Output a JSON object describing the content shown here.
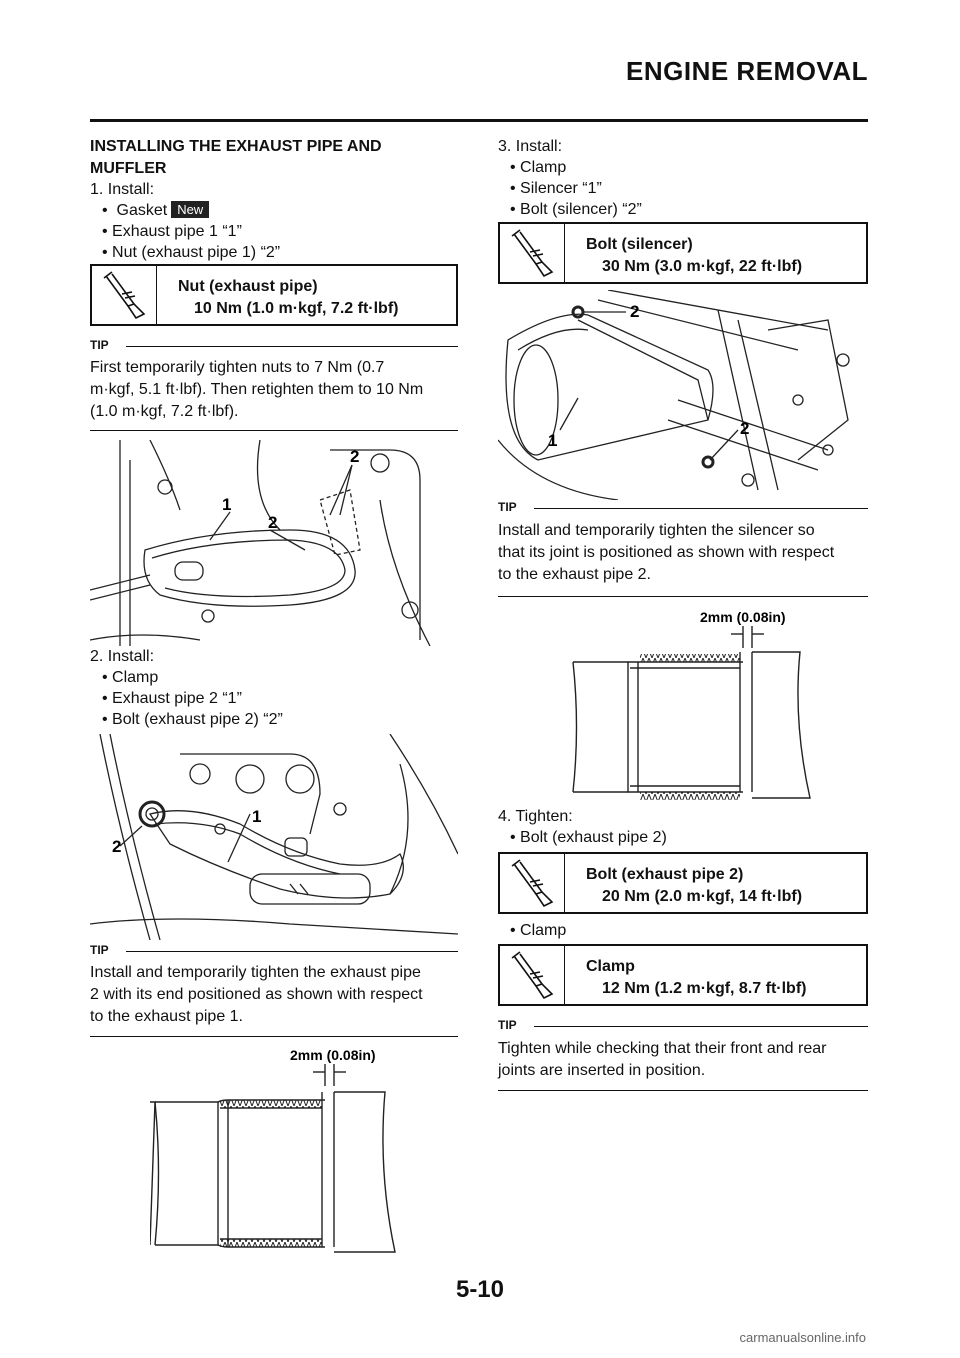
{
  "header": {
    "title": "ENGINE REMOVAL"
  },
  "left": {
    "heading_line1": "INSTALLING THE EXHAUST PIPE AND",
    "heading_line2": "MUFFLER",
    "step1_label": "1.  Install:",
    "step1_items": [
      "Gasket",
      "Exhaust pipe 1 “1”",
      "Nut (exhaust pipe 1) “2”"
    ],
    "new_badge": "New",
    "spec1": {
      "title": "Nut (exhaust pipe)",
      "value": "10 Nm (1.0 m·kgf, 7.2 ft·lbf)"
    },
    "tip1_label": "TIP",
    "tip1_lines": [
      "First temporarily tighten nuts to 7 Nm (0.7",
      "m·kgf, 5.1 ft·lbf). Then retighten them to 10 Nm",
      "(1.0 m·kgf, 7.2 ft·lbf)."
    ],
    "fig1_callouts": [
      "2",
      "1",
      "2"
    ],
    "step2_label": "2.  Install:",
    "step2_items": [
      "Clamp",
      "Exhaust pipe 2 “1”",
      "Bolt (exhaust pipe 2) “2”"
    ],
    "fig2_callouts": [
      "1",
      "2"
    ],
    "tip2_label": "TIP",
    "tip2_lines": [
      "Install and temporarily tighten the exhaust pipe",
      "2 with its end positioned as shown with respect",
      "to the exhaust pipe 1."
    ],
    "fig3_dim": "2mm (0.08in)"
  },
  "right": {
    "step3_label": "3.  Install:",
    "step3_items": [
      "Clamp",
      "Silencer “1”",
      "Bolt (silencer) “2”"
    ],
    "spec2": {
      "title": "Bolt (silencer)",
      "value": "30 Nm (3.0 m·kgf, 22 ft·lbf)"
    },
    "fig4_callouts": [
      "2",
      "1",
      "2"
    ],
    "tip3_label": "TIP",
    "tip3_lines": [
      "Install and temporarily tighten the silencer so",
      "that its joint is positioned as shown with respect",
      "to the exhaust pipe 2."
    ],
    "fig5_dim": "2mm (0.08in)",
    "step4_label": "4.  Tighten:",
    "step4_items": [
      "Bolt (exhaust pipe 2)"
    ],
    "spec3": {
      "title": "Bolt (exhaust pipe 2)",
      "value": "20 Nm (2.0 m·kgf, 14 ft·lbf)"
    },
    "step4_items2": [
      "Clamp"
    ],
    "spec4": {
      "title": "Clamp",
      "value": "12 Nm (1.2 m·kgf, 8.7 ft·lbf)"
    },
    "tip4_label": "TIP",
    "tip4_lines": [
      "Tighten while checking that their front and rear",
      "joints are inserted in position."
    ]
  },
  "footer": {
    "page_number": "5-10",
    "watermark": "carmanualsonline.info"
  },
  "icons": {
    "spec_icon": "torque-wrench-icon"
  }
}
